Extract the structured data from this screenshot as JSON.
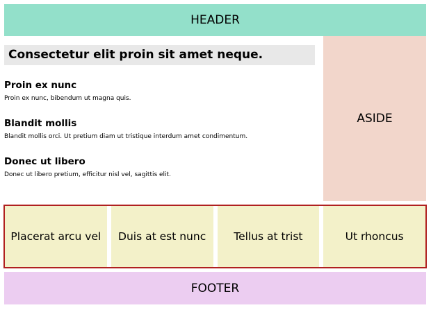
{
  "header": {
    "label": "HEADER"
  },
  "main": {
    "title": "Consectetur elit proin sit amet neque.",
    "sections": [
      {
        "heading": "Proin ex nunc",
        "text": "Proin ex nunc, bibendum ut magna quis."
      },
      {
        "heading": "Blandit mollis",
        "text": "Blandit mollis orci. Ut pretium diam ut tristique interdum amet condimentum."
      },
      {
        "heading": "Donec ut libero",
        "text": "Donec ut libero pretium, efficitur nisl vel, sagittis elit."
      }
    ]
  },
  "aside": {
    "label": "ASIDE"
  },
  "cards": [
    {
      "label": "Placerat arcu vel"
    },
    {
      "label": "Duis at est nunc"
    },
    {
      "label": "Tellus at trist"
    },
    {
      "label": "Ut rhoncus"
    }
  ],
  "footer": {
    "label": "FOOTER"
  },
  "colors": {
    "header_bg": "#93e0ca",
    "title_bg": "#e8e8e8",
    "aside_bg": "#f2d6cb",
    "card_bg": "#f3f1c9",
    "cards_border": "#b02020",
    "footer_bg": "#eccdf1"
  }
}
